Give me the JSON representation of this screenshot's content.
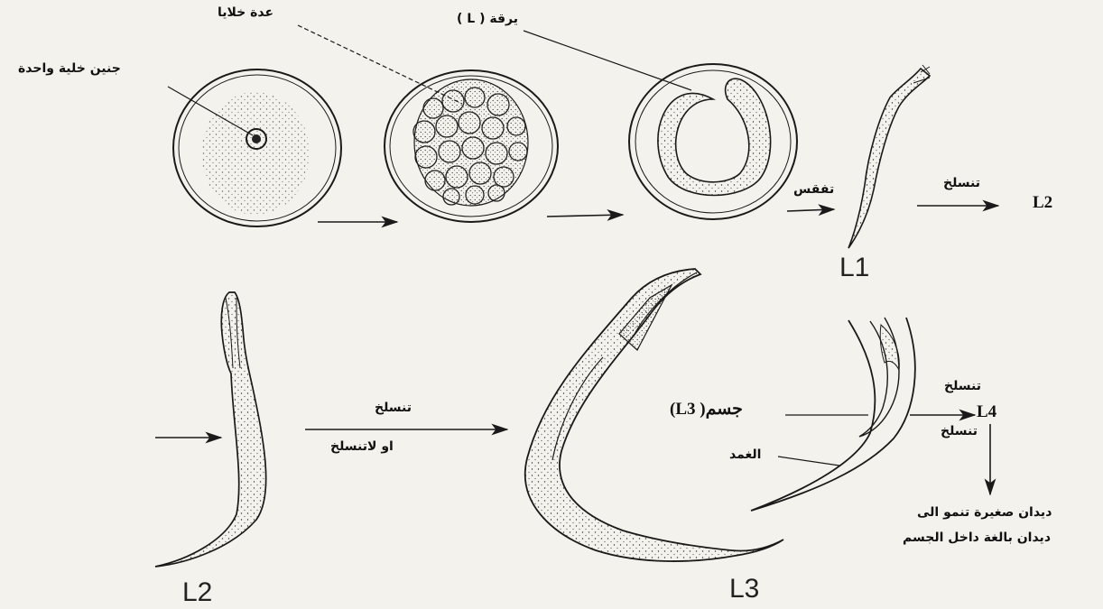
{
  "labels": {
    "egg1": "جنين خلية واحدة",
    "egg2": "عدة خلايا",
    "egg3": "يرقة ( L )",
    "hatch": "تفقس",
    "molt1": "تنسلخ",
    "l2_result": "L2",
    "l1_stage": "L1",
    "molt2": "تنسلخ",
    "molt2_alt": "او لاتنسلخ",
    "l2_stage": "L2",
    "l3_stage": "L3",
    "l3_body": "(L3 )جسم",
    "sheath": "الغمد",
    "molt3_top": "تنسلخ",
    "l4": "L4",
    "molt3_bottom": "تنسلخ",
    "final_line1": "ديدان صغيرة تنمو الى",
    "final_line2": "ديدان بالغة داخل الجسم"
  },
  "colors": {
    "ink": "#1a1a1a",
    "paper": "#f4f2ec"
  }
}
